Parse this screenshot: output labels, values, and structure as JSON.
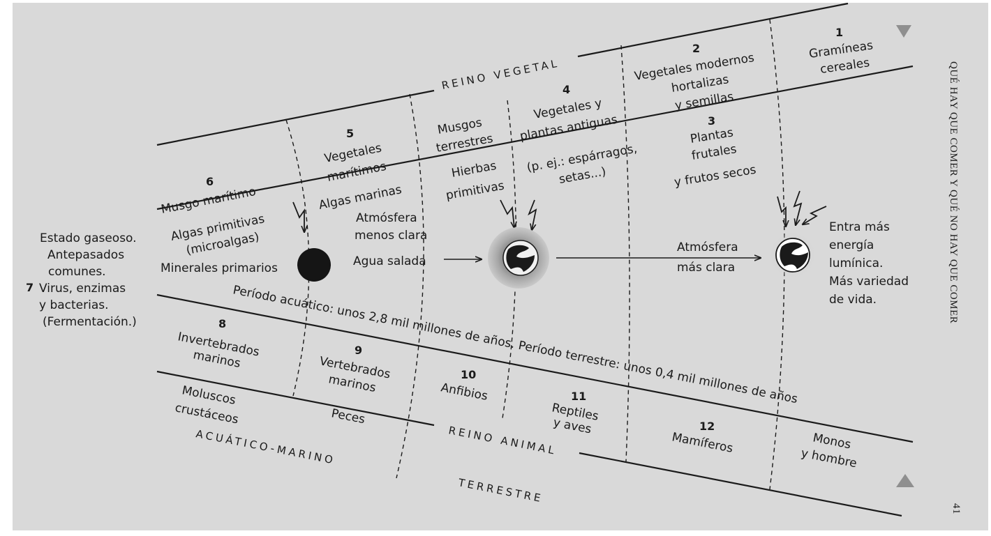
{
  "page": {
    "side_title": "QUÉ HAY QUE COMER Y QUÉ NO HAY QUE COMER",
    "page_number": "41"
  },
  "kingdoms": {
    "vegetal": "REINO VEGETAL",
    "animal": "REINO ANIMAL",
    "aquatic": "ACUÁTICO-MARINO",
    "terrestrial": "TERRESTRE"
  },
  "origin": {
    "lines": [
      "Estado gaseoso.",
      "Antepasados",
      "comunes."
    ],
    "number": "7",
    "virus_line": "Virus, enzimas",
    "lines2": [
      "y bacterias.",
      "(Fermentación.)"
    ]
  },
  "groups": {
    "g1": {
      "number": "1",
      "lines": [
        "Gramíneas",
        "cereales"
      ]
    },
    "g2": {
      "number": "2",
      "lines": [
        "Vegetales modernos",
        "hortalizas",
        "y semillas"
      ]
    },
    "g3": {
      "number": "3",
      "lines": [
        "Plantas",
        "frutales",
        "y frutos secos"
      ]
    },
    "g4": {
      "number": "4",
      "lines": [
        "Vegetales y",
        "plantas antiguas"
      ],
      "example_lines": [
        "(p. ej.: espárragos,",
        "setas...)"
      ]
    },
    "musgos_terrestres": {
      "lines": [
        "Musgos",
        "terrestres"
      ]
    },
    "hierbas": {
      "lines": [
        "Hierbas",
        "primitivas"
      ]
    },
    "g5": {
      "number": "5",
      "lines": [
        "Vegetales",
        "marítimos"
      ]
    },
    "algas_marinas": {
      "text": "Algas marinas"
    },
    "g6": {
      "number": "6",
      "lines": [
        "Musgo marítimo"
      ]
    },
    "algas_primitivas": {
      "lines": [
        "Algas primitivas",
        "(microalgas)"
      ]
    },
    "minerales": {
      "text": "Minerales primarios"
    },
    "atmosfera_1": {
      "lines": [
        "Atmósfera",
        "menos clara"
      ]
    },
    "agua_salada": {
      "text": "Agua salada"
    },
    "atmosfera_2": {
      "lines": [
        "Atmósfera",
        "más clara"
      ]
    },
    "energia": {
      "lines": [
        "Entra más",
        "energía",
        "lumínica.",
        "Más variedad",
        "de vida."
      ]
    },
    "periods": {
      "text": "Período acuático: unos 2,8 mil millones de años. Período terrestre: unos 0,4 mil millones de años"
    },
    "g8": {
      "number": "8",
      "lines": [
        "Invertebrados",
        "marinos"
      ]
    },
    "moluscos": {
      "lines": [
        "Moluscos",
        "crustáceos"
      ]
    },
    "g9": {
      "number": "9",
      "lines": [
        "Vertebrados",
        "marinos"
      ]
    },
    "peces": {
      "text": "Peces"
    },
    "g10": {
      "number": "10",
      "lines": [
        "Anfibios"
      ]
    },
    "g11": {
      "number": "11",
      "lines": [
        "Reptiles",
        "y aves"
      ]
    },
    "g12": {
      "number": "12",
      "lines": [
        "Mamíferos"
      ]
    },
    "monos": {
      "lines": [
        "Monos",
        "y hombre"
      ]
    }
  }
}
